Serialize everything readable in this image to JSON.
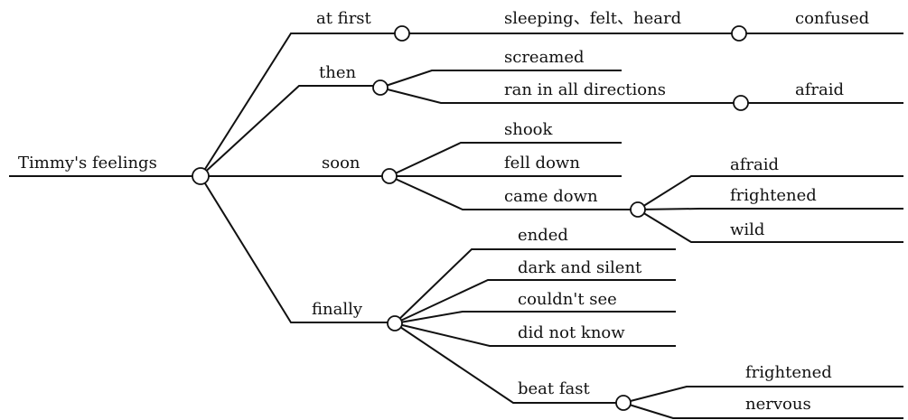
{
  "root": {
    "label": "Timmy's feelings"
  },
  "stages": [
    {
      "label": "at first",
      "actions": [
        {
          "text": "sleeping、felt、heard",
          "feelings": [
            "confused"
          ]
        }
      ]
    },
    {
      "label": "then",
      "actions": [
        {
          "text": "screamed",
          "feelings": []
        },
        {
          "text": "ran in all directions",
          "feelings": [
            "afraid"
          ]
        }
      ]
    },
    {
      "label": "soon",
      "actions": [
        {
          "text": "shook",
          "feelings": []
        },
        {
          "text": "fell down",
          "feelings": []
        },
        {
          "text": "came down",
          "feelings": [
            "afraid",
            "frightened",
            "wild"
          ]
        }
      ]
    },
    {
      "label": "finally",
      "actions": [
        {
          "text": "ended",
          "feelings": []
        },
        {
          "text": "dark and silent",
          "feelings": []
        },
        {
          "text": "couldn't see",
          "feelings": []
        },
        {
          "text": "did not know",
          "feelings": []
        },
        {
          "text": "beat fast",
          "feelings": [
            "frightened",
            "nervous"
          ]
        }
      ]
    }
  ]
}
